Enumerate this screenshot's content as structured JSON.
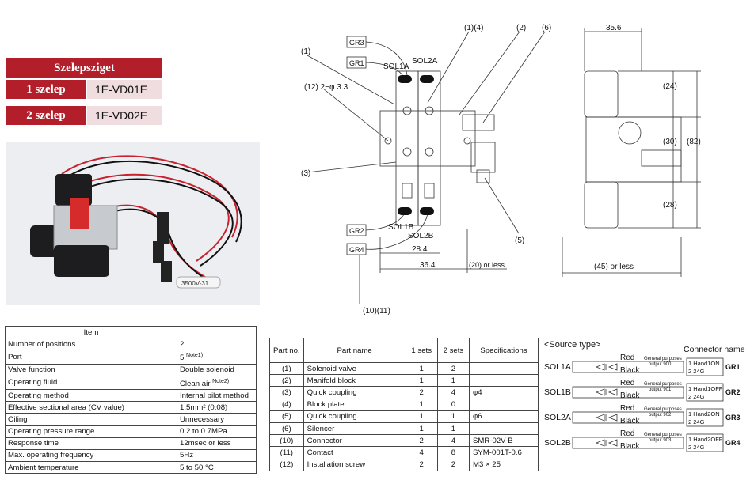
{
  "variants": {
    "title": "Szelepsziget",
    "rows": [
      {
        "label": "1 szelep",
        "code": "1E-VD01E"
      },
      {
        "label": "2 szelep",
        "code": "1E-VD02E"
      }
    ]
  },
  "photo": {
    "cable_label": "3500V-31"
  },
  "spec_table": {
    "header": "Item",
    "rows": [
      {
        "item": "Number of positions",
        "value": "2",
        "note": ""
      },
      {
        "item": "Port",
        "value": "5",
        "note": "Note1)"
      },
      {
        "item": "Valve function",
        "value": "Double solenoid",
        "note": ""
      },
      {
        "item": "Operating fluid",
        "value": "Clean air",
        "note": "Note2)"
      },
      {
        "item": "Operating method",
        "value": "Internal pilot method",
        "note": ""
      },
      {
        "item": "Effective sectional area (CV value)",
        "value": "1.5mm² (0.08)",
        "note": ""
      },
      {
        "item": "Oiling",
        "value": "Unnecessary",
        "note": ""
      },
      {
        "item": "Operating pressure range",
        "value": "0.2 to 0.7MPa",
        "note": ""
      },
      {
        "item": "Response time",
        "value": "12msec or less",
        "note": ""
      },
      {
        "item": "Max. operating frequency",
        "value": "5Hz",
        "note": ""
      },
      {
        "item": "Ambient temperature",
        "value": "5 to 50 °C",
        "note": ""
      }
    ]
  },
  "parts_table": {
    "headers": [
      "Part no.",
      "Part name",
      "1 sets",
      "2 sets",
      "Specifications"
    ],
    "rows": [
      {
        "no": "(1)",
        "name": "Solenoid valve",
        "s1": "1",
        "s2": "2",
        "spec": ""
      },
      {
        "no": "(2)",
        "name": "Manifold block",
        "s1": "1",
        "s2": "1",
        "spec": ""
      },
      {
        "no": "(3)",
        "name": "Quick coupling",
        "s1": "2",
        "s2": "4",
        "spec": "φ4"
      },
      {
        "no": "(4)",
        "name": "Block plate",
        "s1": "1",
        "s2": "0",
        "spec": ""
      },
      {
        "no": "(5)",
        "name": "Quick coupling",
        "s1": "1",
        "s2": "1",
        "spec": "φ6"
      },
      {
        "no": "(6)",
        "name": "Silencer",
        "s1": "1",
        "s2": "1",
        "spec": ""
      },
      {
        "no": "(10)",
        "name": "Connector",
        "s1": "2",
        "s2": "4",
        "spec": "SMR-02V-B"
      },
      {
        "no": "(11)",
        "name": "Contact",
        "s1": "4",
        "s2": "8",
        "spec": "SYM-001T-0.6"
      },
      {
        "no": "(12)",
        "name": "Installation screw",
        "s1": "2",
        "s2": "2",
        "spec": "M3 × 25"
      }
    ]
  },
  "drawing": {
    "labels": {
      "gr3": "GR3",
      "gr1": "GR1",
      "gr2": "GR2",
      "gr4": "GR4",
      "sol1a": "SOL1A",
      "sol2a": "SOL2A",
      "sol1b": "SOL1B",
      "sol2b": "SOL2B",
      "p1": "(1)",
      "p14": "(1)(4)",
      "p2": "(2)",
      "p6": "(6)",
      "p3": "(3)",
      "p5": "(5)",
      "p12": "(12) 2−φ 3.3",
      "p1011": "(10)(11)",
      "d284": "28.4",
      "d364": "36.4",
      "d20": "(20) or less",
      "d356": "35.6",
      "d24": "(24)",
      "d30": "(30)",
      "d82": "(82)",
      "d28": "(28)",
      "d45": "(45) or less"
    }
  },
  "source_type": {
    "title": "<Source type>",
    "connector_title": "Connector name",
    "rows": [
      {
        "sol": "SOL1A",
        "output": "output 900",
        "line1": "1 Hand1ON",
        "gr": "GR1"
      },
      {
        "sol": "SOL1B",
        "output": "output 901",
        "line1": "1 Hand1OFF",
        "gr": "GR2"
      },
      {
        "sol": "SOL2A",
        "output": "output 902",
        "line1": "1 Hand2ON",
        "gr": "GR3"
      },
      {
        "sol": "SOL2B",
        "output": "output 903",
        "line1": "1 Hand2OFF",
        "gr": "GR4"
      }
    ],
    "red": "Red",
    "black": "Black",
    "general": "General purposes",
    "line2": "2 24G"
  }
}
